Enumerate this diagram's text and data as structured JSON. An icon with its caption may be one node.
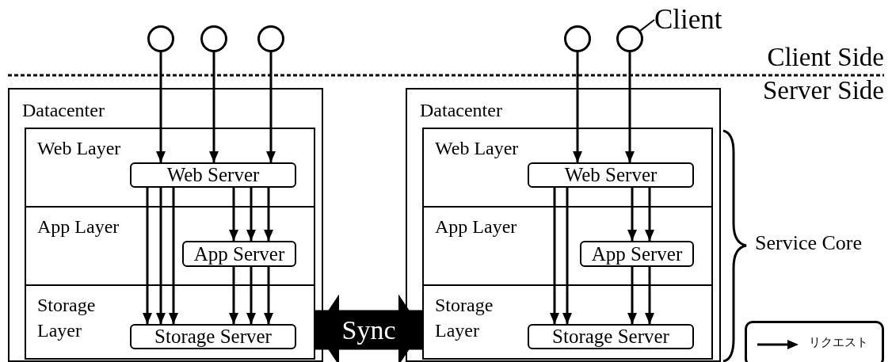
{
  "diagram": {
    "nodes": [
      {
        "text": [],
        "shape": "circle"
      },
      {
        "text": [],
        "shape": "circle"
      },
      {
        "text": [],
        "shape": "circle"
      },
      {
        "text": [],
        "shape": "circle"
      },
      {
        "text": [],
        "shape": "circle"
      },
      {
        "text": [
          "Client"
        ]
      },
      {
        "text": [
          "Datacenter"
        ]
      },
      {
        "text": [
          "Web Layer"
        ],
        "in": 6
      },
      {
        "text": [
          "Web Server"
        ],
        "in": 7
      },
      {
        "text": [
          "App Layer"
        ],
        "in": 6
      },
      {
        "text": [
          "App Server"
        ],
        "in": 9
      },
      {
        "text": [
          "Storage Layer"
        ],
        "in": 6
      },
      {
        "text": [
          "Storage Server"
        ],
        "in": 11
      },
      {
        "text": [
          "Datacenter"
        ]
      },
      {
        "text": [
          "Web Layer"
        ],
        "in": 13
      },
      {
        "text": [
          "Web Server"
        ],
        "in": 14
      },
      {
        "text": [
          "App Layer"
        ],
        "in": 13
      },
      {
        "text": [
          "App Server"
        ],
        "in": 16
      },
      {
        "text": [
          "Storage Layer"
        ],
        "in": 13
      },
      {
        "text": [
          "Storage Server"
        ],
        "in": 18
      }
    ],
    "edges": [
      {
        "from": 0,
        "to": 8,
        "arrow": "to"
      },
      {
        "from": 1,
        "to": 8,
        "arrow": "to"
      },
      {
        "from": 2,
        "to": 8,
        "arrow": "to"
      },
      {
        "from": 8,
        "to": 12,
        "arrow": "to"
      },
      {
        "from": 8,
        "to": 12,
        "arrow": "to"
      },
      {
        "from": 8,
        "to": 12,
        "arrow": "to"
      },
      {
        "from": 8,
        "to": 10,
        "arrow": "to"
      },
      {
        "from": 8,
        "to": 10,
        "arrow": "to"
      },
      {
        "from": 8,
        "to": 10,
        "arrow": "to"
      },
      {
        "from": 10,
        "to": 12,
        "arrow": "to"
      },
      {
        "from": 10,
        "to": 12,
        "arrow": "to"
      },
      {
        "from": 10,
        "to": 12,
        "arrow": "to"
      },
      {
        "from": 3,
        "to": 15,
        "arrow": "to"
      },
      {
        "from": 4,
        "to": 15,
        "arrow": "to"
      },
      {
        "from": 15,
        "to": 19,
        "arrow": "to"
      },
      {
        "from": 15,
        "to": 19,
        "arrow": "to"
      },
      {
        "from": 15,
        "to": 17,
        "arrow": "to"
      },
      {
        "from": 15,
        "to": 17,
        "arrow": "to"
      },
      {
        "from": 17,
        "to": 19,
        "arrow": "to"
      },
      {
        "from": 17,
        "to": 19,
        "arrow": "to"
      },
      {
        "from": 11,
        "to": 18,
        "arrow": "both",
        "label": "Sync",
        "style": "thick"
      },
      {
        "from": 5,
        "to": 4,
        "arrow": "none"
      }
    ],
    "labels": [
      "Client Side",
      "Server Side",
      "Service Core"
    ],
    "legend": [
      {
        "text": "リクエスト"
      }
    ]
  }
}
